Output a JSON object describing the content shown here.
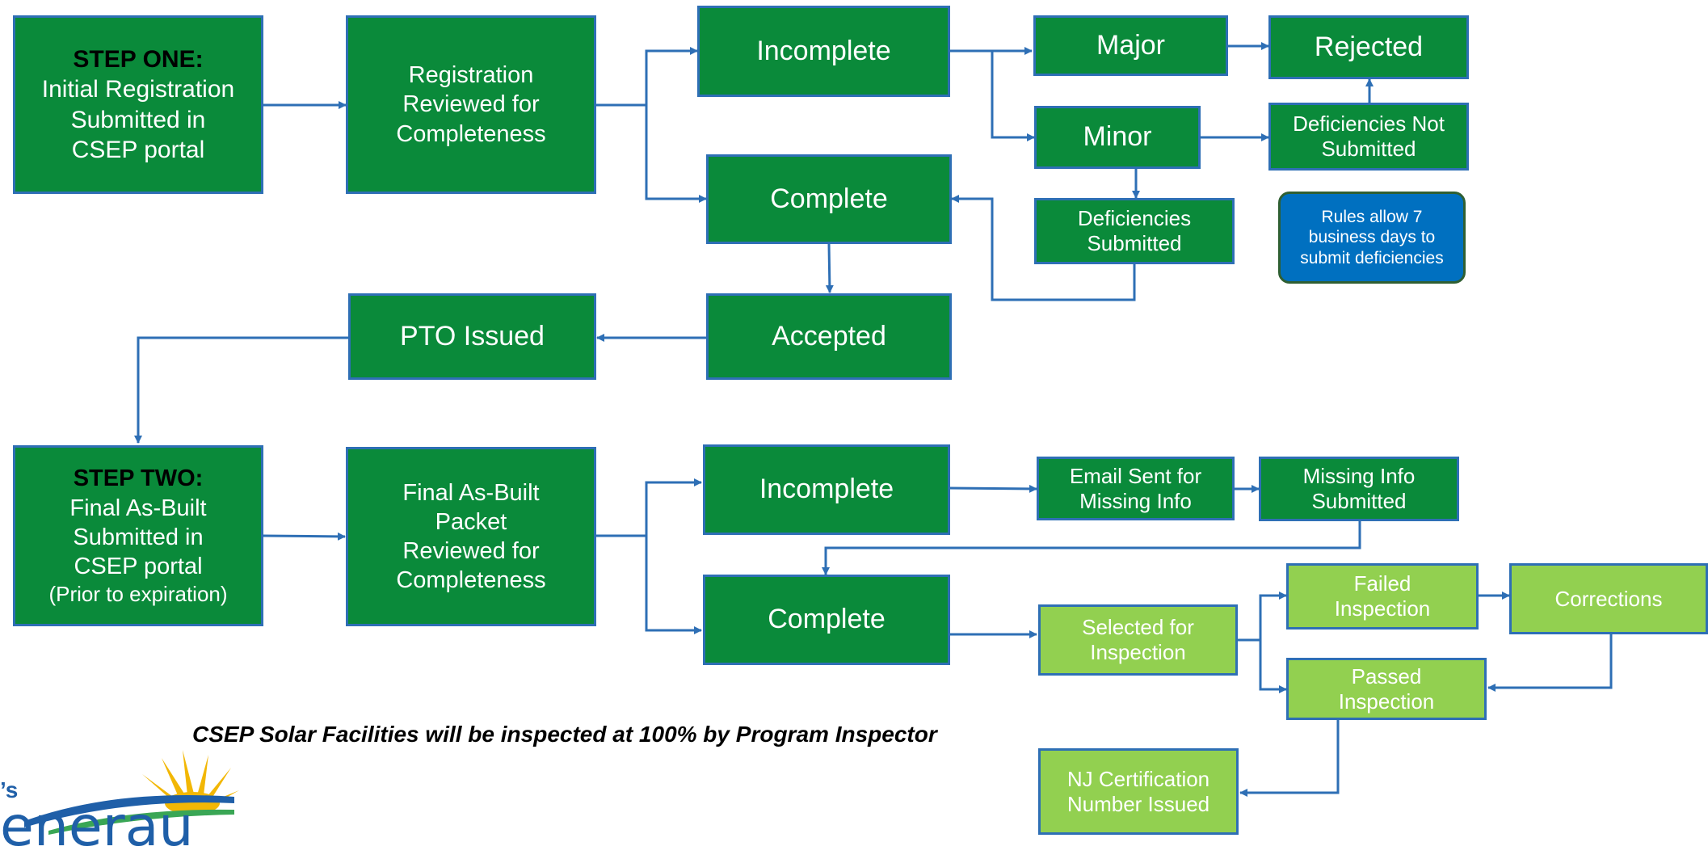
{
  "step_one": {
    "heading": "STEP ONE:",
    "lines": [
      "Initial Registration",
      "Submitted in",
      "CSEP portal"
    ]
  },
  "registration_reviewed": "Registration Reviewed for Completeness",
  "incomplete_1": "Incomplete",
  "complete_1": "Complete",
  "major": "Major",
  "minor": "Minor",
  "rejected": "Rejected",
  "deficiencies_not_submitted": "Deficiencies Not Submitted",
  "deficiencies_submitted": "Deficiencies Submitted",
  "rules_note": "Rules allow 7 business days to submit deficiencies",
  "accepted": "Accepted",
  "pto_issued": "PTO Issued",
  "step_two": {
    "heading": "STEP TWO:",
    "lines": [
      "Final As-Built",
      "Submitted in",
      "CSEP portal",
      "(Prior to expiration)"
    ]
  },
  "final_packet_reviewed": "Final As-Built Packet Reviewed for Completeness",
  "incomplete_2": "Incomplete",
  "complete_2": "Complete",
  "email_sent": "Email Sent for Missing Info",
  "missing_info_submitted": "Missing Info Submitted",
  "selected_for_inspection": "Selected for Inspection",
  "failed_inspection": "Failed Inspection",
  "corrections": "Corrections",
  "passed_inspection": "Passed Inspection",
  "nj_certification": "NJ Certification Number Issued",
  "footer_note": "CSEP  Solar Facilities will be inspected at 100% by Program Inspector",
  "logo": {
    "text_fragment": "enerau",
    "apostrophe_fragment": "’s"
  },
  "colors": {
    "dark_green": "#0a8a3a",
    "light_green": "#92d050",
    "note_blue": "#0070c0",
    "connector_blue": "#2e6fb5"
  }
}
